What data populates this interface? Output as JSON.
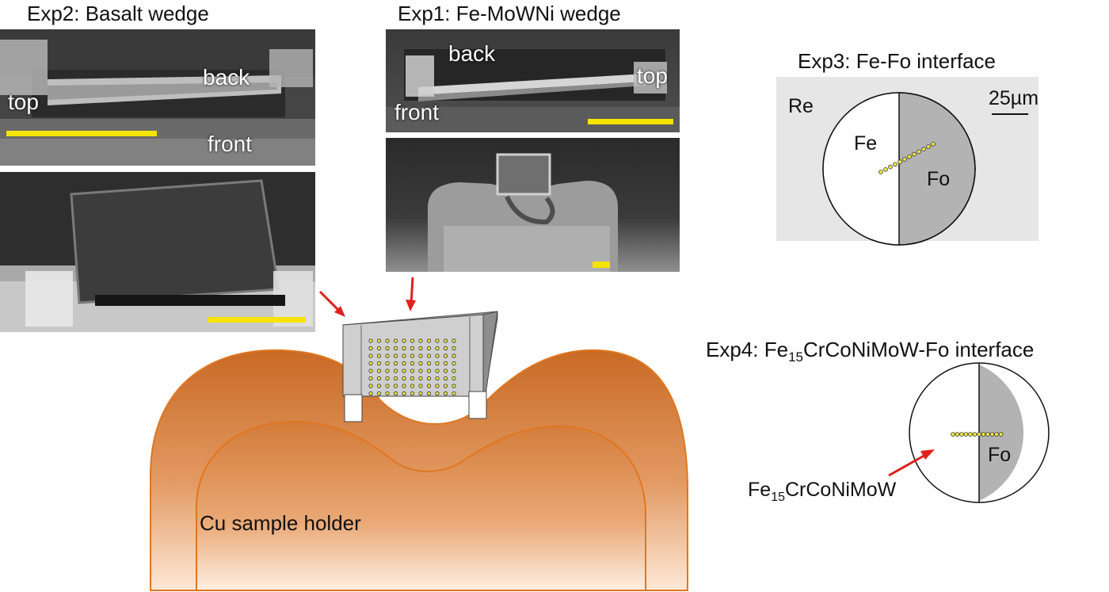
{
  "exp2": {
    "title": "Exp2: Basalt wedge",
    "labels": {
      "top": "top",
      "back": "back",
      "front": "front"
    }
  },
  "exp1": {
    "title": "Exp1: Fe-MoWNi wedge",
    "labels": {
      "back": "back",
      "top": "top",
      "front": "front"
    }
  },
  "exp3": {
    "title": "Exp3: Fe-Fo interface",
    "re": "Re",
    "scale": "25µm",
    "fe": "Fe",
    "fo": "Fo"
  },
  "exp4": {
    "title_prefix": "Exp4: Fe",
    "title_sub": "15",
    "title_suffix": "CrCoNiMoW-Fo interface",
    "fo": "Fo",
    "alloy_prefix": "Fe",
    "alloy_sub": "15",
    "alloy_suffix": "CrCoNiMoW"
  },
  "holder": {
    "label": "Cu sample holder"
  },
  "colors": {
    "scale_bar": "#f5e400",
    "arrow": "#e0201b",
    "copper_dark": "#c86a25",
    "copper_light": "#fbe3cf",
    "forsterite": "#b3b3b3",
    "rhenium_bg": "#e6e6e6"
  }
}
